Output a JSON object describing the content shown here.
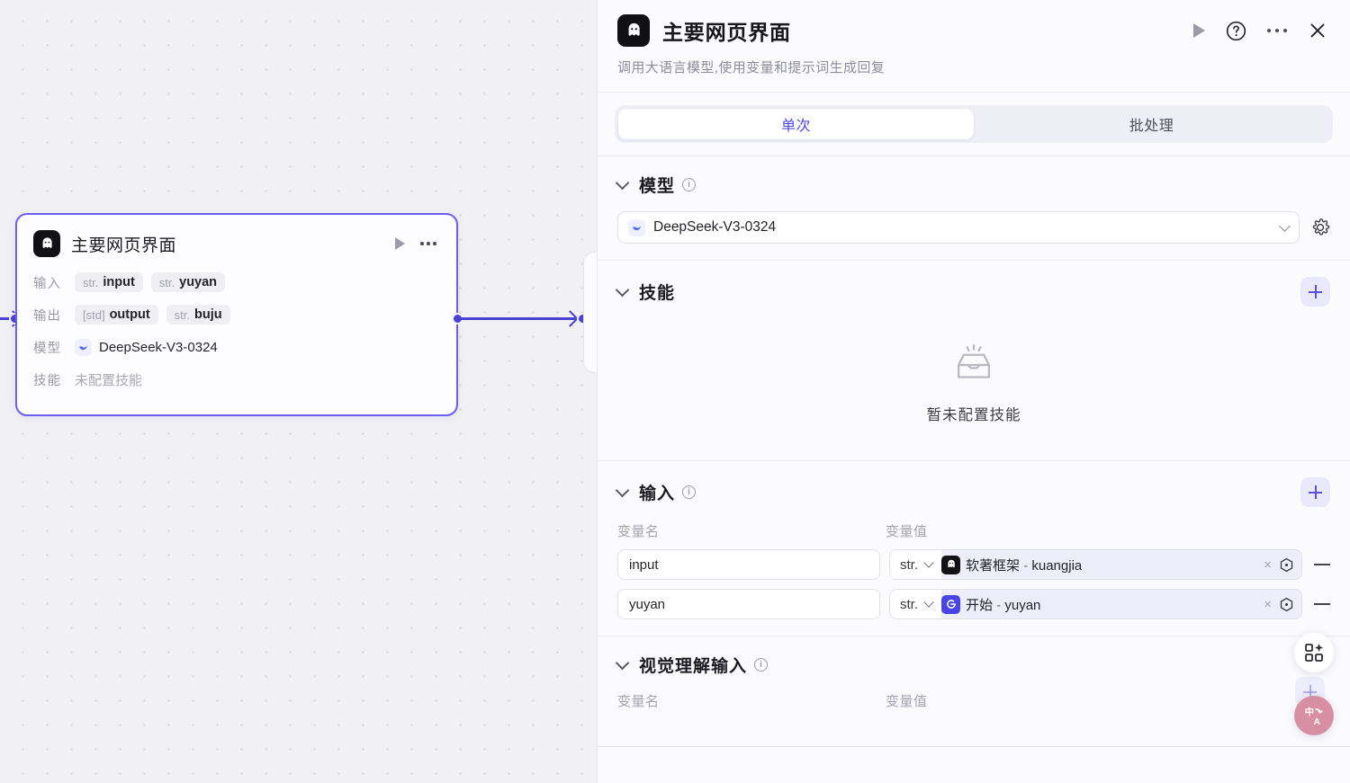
{
  "canvas": {
    "node": {
      "icon": "mascot-icon",
      "title": "主要网页界面",
      "play_icon": "play-icon",
      "more_icon": "more-icon",
      "rows": [
        {
          "label": "输入",
          "chips": [
            {
              "type": "str.",
              "name": "input"
            },
            {
              "type": "str.",
              "name": "yuyan"
            }
          ]
        },
        {
          "label": "输出",
          "chips": [
            {
              "type": "[std]",
              "name": "output"
            },
            {
              "type": "str.",
              "name": "buju"
            }
          ]
        }
      ],
      "model_label": "模型",
      "model_value": "DeepSeek-V3-0324",
      "skill_label": "技能",
      "skill_value": "未配置技能"
    }
  },
  "panel": {
    "header": {
      "icon": "mascot-icon",
      "title": "主要网页界面",
      "subtitle": "调用大语言模型,使用变量和提示词生成回复",
      "actions": [
        {
          "name": "run-button",
          "icon": "play-icon"
        },
        {
          "name": "help-button",
          "icon": "question-circle-icon"
        },
        {
          "name": "more-button",
          "icon": "more-icon"
        },
        {
          "name": "close-button",
          "icon": "close-icon"
        }
      ]
    },
    "tabs": [
      {
        "label": "单次",
        "active": true
      },
      {
        "label": "批处理",
        "active": false
      }
    ],
    "model_section": {
      "title": "模型",
      "info_icon": "info-icon",
      "selected": "DeepSeek-V3-0324",
      "model_icon": "deepseek-whale-icon",
      "settings_icon": "gear-icon"
    },
    "skill_section": {
      "title": "技能",
      "add_icon": "plus-icon",
      "empty_icon": "empty-inbox-icon",
      "empty_text": "暂未配置技能"
    },
    "input_section": {
      "title": "输入",
      "info_icon": "info-icon",
      "add_icon": "plus-icon",
      "col_name": "变量名",
      "col_value": "变量值",
      "rows": [
        {
          "name": "input",
          "type": "str.",
          "ref_icon": "mascot-icon",
          "ref_icon_style": "dark",
          "ref_node": "软著框架",
          "ref_var": "kuangjia",
          "clear_icon": "close-icon",
          "picker_icon": "hexagon-dot-icon",
          "remove_icon": "minus-icon"
        },
        {
          "name": "yuyan",
          "type": "str.",
          "ref_icon": "start-node-icon",
          "ref_icon_style": "blue",
          "ref_node": "开始",
          "ref_var": "yuyan",
          "clear_icon": "close-icon",
          "picker_icon": "hexagon-dot-icon",
          "remove_icon": "minus-icon"
        }
      ]
    },
    "vision_section": {
      "title": "视觉理解输入",
      "info_icon": "info-icon",
      "col_name": "变量名",
      "col_value": "变量值"
    }
  },
  "floating": [
    {
      "name": "magic-grid-button",
      "icon": "grid-sparkle-icon"
    },
    {
      "name": "translate-button",
      "icon": "translate-icon"
    }
  ],
  "colors": {
    "accent": "#5048e0",
    "node_border": "#6a5df0",
    "edge": "#4b41d6",
    "panel_bg": "#fbfbfe",
    "canvas_bg": "#f1f1f4"
  }
}
